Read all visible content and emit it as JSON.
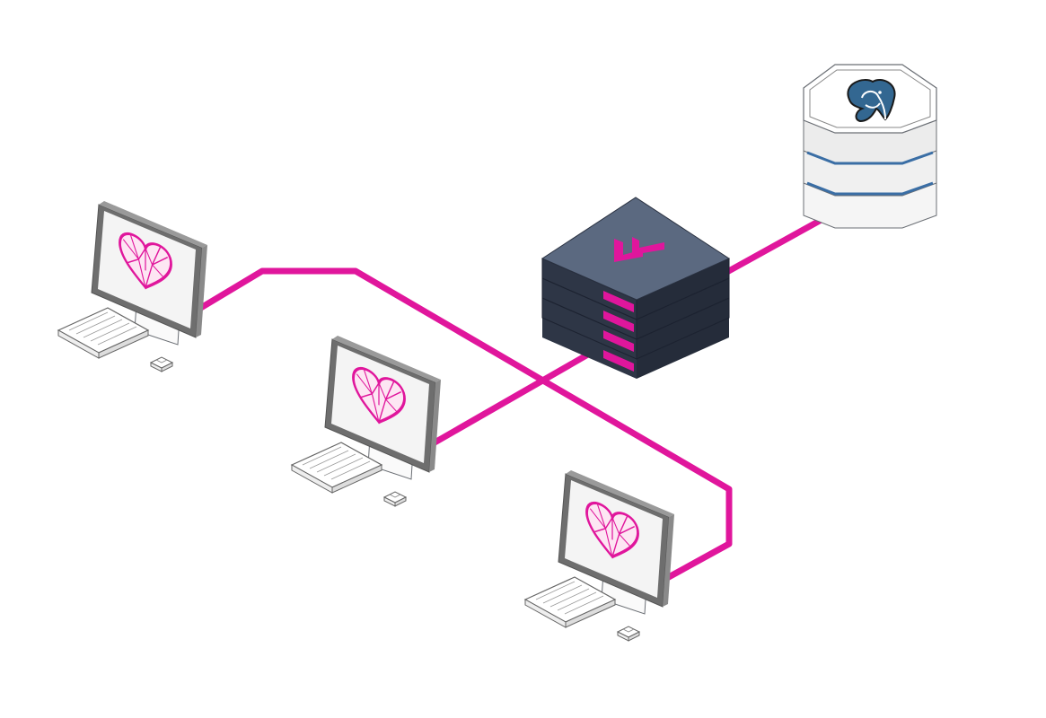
{
  "diagram": {
    "nodes": [
      {
        "id": "client-1",
        "kind": "workstation",
        "screen_logo": "heart-logo-icon"
      },
      {
        "id": "client-2",
        "kind": "workstation",
        "screen_logo": "heart-logo-icon"
      },
      {
        "id": "client-3",
        "kind": "workstation",
        "screen_logo": "heart-logo-icon"
      },
      {
        "id": "server",
        "kind": "server-stack",
        "logo": "double-chevron-icon"
      },
      {
        "id": "database",
        "kind": "database",
        "logo": "postgresql-elephant-icon"
      }
    ],
    "edges": [
      {
        "from": "client-1",
        "to": "client-3"
      },
      {
        "from": "client-2",
        "to": "server"
      },
      {
        "from": "server",
        "to": "database"
      }
    ]
  },
  "colors": {
    "link": "#e0169c",
    "accent": "#e0169c",
    "server_top": "#5b6980",
    "server_side": "#2e3646",
    "server_side_dark": "#252c3a",
    "database_stripe": "#3a6ea5",
    "monitor_frame": "#707070",
    "screen": "#f4f4f4"
  }
}
